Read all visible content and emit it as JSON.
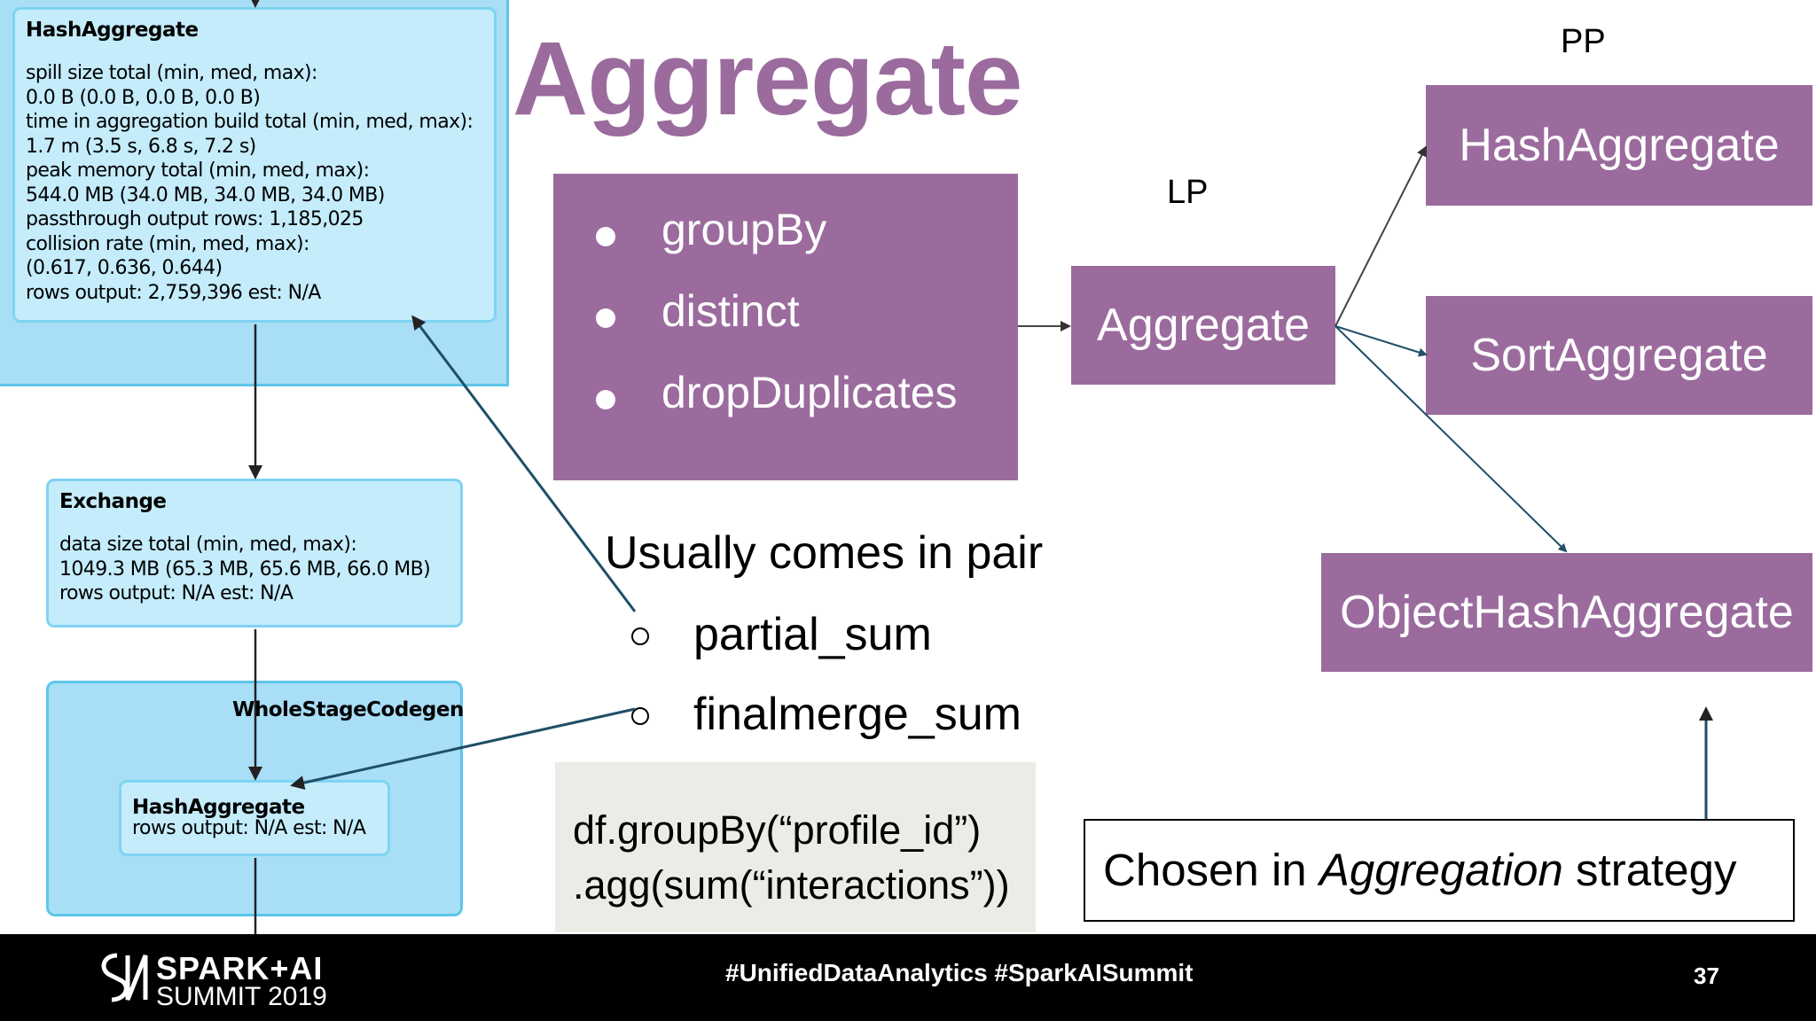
{
  "dag": {
    "top_node": {
      "title": "HashAggregate",
      "lines": [
        "spill size total (min, med, max):",
        "0.0 B (0.0 B, 0.0 B, 0.0 B)",
        "time in aggregation build total (min, med, max):",
        "1.7 m (3.5 s, 6.8 s, 7.2 s)",
        "peak memory total (min, med, max):",
        "544.0 MB (34.0 MB, 34.0 MB, 34.0 MB)",
        "passthrough output rows: 1,185,025",
        "collision rate (min, med, max):",
        "(0.617, 0.636, 0.644)",
        "rows output: 2,759,396 est: N/A"
      ]
    },
    "exchange_node": {
      "title": "Exchange",
      "lines": [
        "data size total (min, med, max):",
        "1049.3 MB (65.3 MB, 65.6 MB, 66.0 MB)",
        "rows output: N/A est: N/A"
      ]
    },
    "codegen_cluster": {
      "label": "WholeStageCodegen"
    },
    "inner_node": {
      "title": "HashAggregate",
      "lines": [
        "rows output: N/A est: N/A"
      ]
    }
  },
  "slide": {
    "title": "Aggregate",
    "api_list": [
      "groupBy",
      "distinct",
      "dropDuplicates"
    ],
    "lp_label": "LP",
    "pp_label": "PP",
    "logical_node": "Aggregate",
    "physical_nodes": [
      "HashAggregate",
      "SortAggregate",
      "ObjectHashAggregate"
    ],
    "pair_heading": "Usually comes in pair",
    "pair_items": [
      "partial_sum",
      "finalmerge_sum"
    ],
    "code_lines": [
      "df.groupBy(“profile_id”)",
      ".agg(sum(“interactions”))"
    ],
    "strategy": {
      "prefix": "Chosen in ",
      "emphasis": "Aggregation",
      "suffix": " strategy"
    }
  },
  "footer": {
    "logo_line1": "SPARK+AI",
    "logo_line2": "SUMMIT 2019",
    "hashtags": "#UnifiedDataAnalytics #SparkAISummit",
    "page_number": "37"
  },
  "colors": {
    "purple": "#9b6b9e",
    "dag_node_fill": "#c4ecfb",
    "dag_cluster_fill": "#a8def6",
    "arrow_dark": "#1f4e66",
    "footer_bg": "#000000"
  }
}
